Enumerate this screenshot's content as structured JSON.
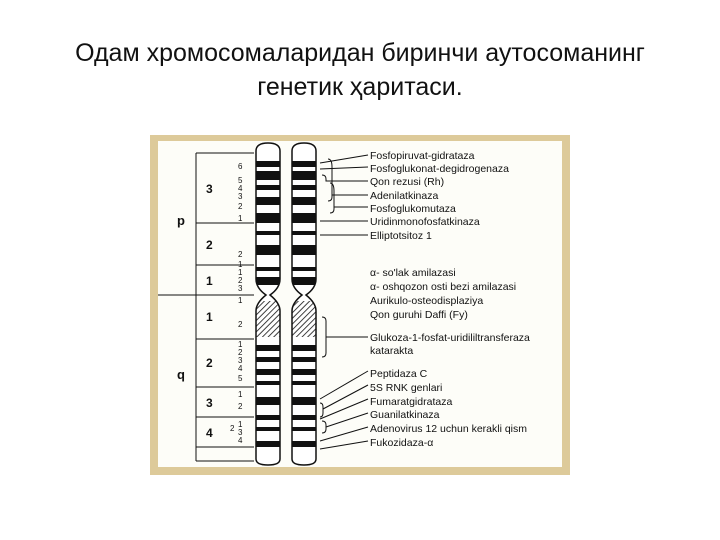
{
  "title": {
    "line1": "Одам хромосомаларидан биринчи аутосоманинг",
    "line2": "генетик ҳаритаси."
  },
  "arm_p": {
    "label": "p",
    "regions": [
      "3",
      "2",
      "1"
    ]
  },
  "arm_q": {
    "label": "q",
    "regions": [
      "1",
      "2",
      "3",
      "4"
    ]
  },
  "band_labels": [
    "6",
    "5",
    "4",
    "3",
    "2",
    "1",
    "2",
    "1",
    "1",
    "2",
    "3",
    "1",
    "2",
    "1",
    "2",
    "3",
    "4",
    "5",
    "1",
    "2",
    "2",
    "1",
    "3",
    "4"
  ],
  "genes": [
    "Fosfopiruvat-gidrataza",
    "Fosfoglukonat-degidrogenaza",
    "Qon rezusi (Rh)",
    "Adenilatkinaza",
    "Fosfoglukomutaza",
    "Uridinmonofosfatkinaza",
    "Elliptotsitoz  1",
    "α- so'lak amilazasi",
    "α- oshqozon osti bezi amilazasi",
    "Aurikulo-osteodisplaziya",
    "Qon guruhi   Daffi  (Fy)",
    "Glukoza-1-fosfat-uridililtransferaza",
    "katarakta",
    "Peptidaza C",
    "5S  RNK  genlari",
    "Fumaratgidrataza",
    "Guanilatkinaza",
    "Adenovirus  12  uchun kerakli qism",
    "Fukozidaza-α"
  ]
}
